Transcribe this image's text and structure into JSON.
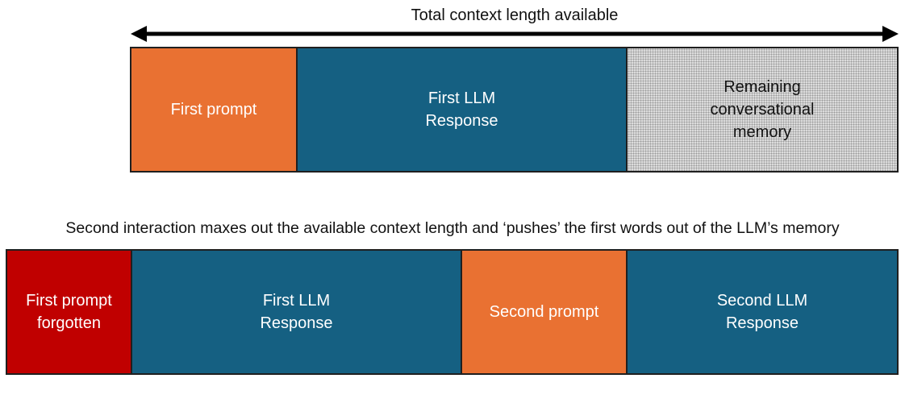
{
  "top_diagram": {
    "label": "Total context length available",
    "blocks": [
      {
        "label": "First prompt"
      },
      {
        "label": "First LLM\nResponse"
      },
      {
        "label": "Remaining\nconversational\nmemory"
      }
    ]
  },
  "bottom_diagram": {
    "caption": "Second interaction maxes out the available context length and ‘pushes’ the first words out of the LLM’s memory",
    "blocks": [
      {
        "label": "First prompt\nforgotten"
      },
      {
        "label": "First LLM\nResponse"
      },
      {
        "label": "Second prompt"
      },
      {
        "label": "Second LLM\nResponse"
      }
    ]
  },
  "colors": {
    "prompt": "#E97132",
    "response": "#156082",
    "forgotten": "#C00000",
    "memory": "#D9D9D9"
  }
}
